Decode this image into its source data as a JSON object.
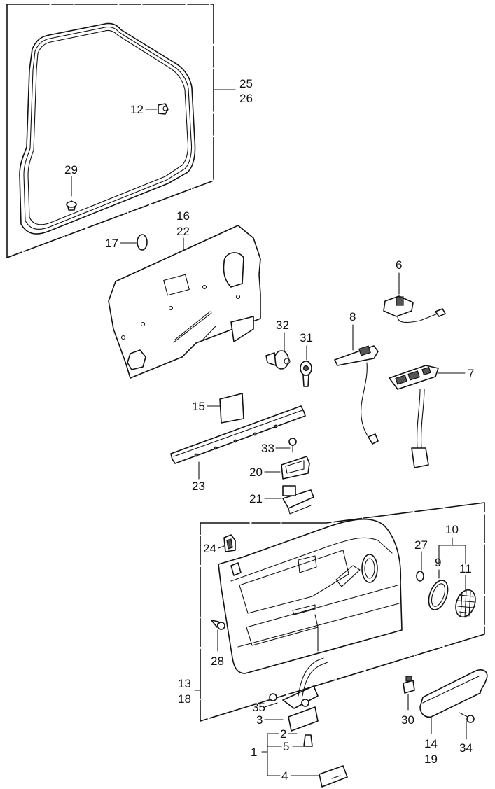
{
  "diagram": {
    "title": "Front door lining / weatherstrip exploded parts diagram",
    "callouts": {
      "c1": "1",
      "c2": "2",
      "c3": "3",
      "c4": "4",
      "c5": "5",
      "c6": "6",
      "c7": "7",
      "c8": "8",
      "c9": "9",
      "c10": "10",
      "c11": "11",
      "c12": "12",
      "c13": "13",
      "c14": "14",
      "c15": "15",
      "c16": "16",
      "c17": "17",
      "c18": "18",
      "c19": "19",
      "c20": "20",
      "c21": "21",
      "c22": "22",
      "c23": "23",
      "c24": "24",
      "c25": "25",
      "c26": "26",
      "c27": "27",
      "c28": "28",
      "c29": "29",
      "c30": "30",
      "c31": "31",
      "c32": "32",
      "c33": "33",
      "c34": "34",
      "c35": "35"
    },
    "parts": [
      {
        "id": "weatherstrip",
        "callouts": [
          "25",
          "26"
        ]
      },
      {
        "id": "clip-12",
        "callouts": [
          "12"
        ]
      },
      {
        "id": "clip-29",
        "callouts": [
          "29"
        ]
      },
      {
        "id": "hole-seal",
        "callouts": [
          "17"
        ]
      },
      {
        "id": "door-hole-cover",
        "callouts": [
          "16",
          "22"
        ]
      },
      {
        "id": "mirror-switch",
        "callouts": [
          "6"
        ]
      },
      {
        "id": "power-window-switch-single",
        "callouts": [
          "8"
        ]
      },
      {
        "id": "power-window-switch-master",
        "callouts": [
          "7"
        ]
      },
      {
        "id": "clip-32",
        "callouts": [
          "32"
        ]
      },
      {
        "id": "escutcheon-31",
        "callouts": [
          "31"
        ]
      },
      {
        "id": "sheet-15",
        "callouts": [
          "15"
        ]
      },
      {
        "id": "armrest-rail",
        "callouts": [
          "23"
        ]
      },
      {
        "id": "screw-33",
        "callouts": [
          "33"
        ]
      },
      {
        "id": "pocket-20",
        "callouts": [
          "20"
        ]
      },
      {
        "id": "bracket-21",
        "callouts": [
          "21"
        ]
      },
      {
        "id": "lining-grommet",
        "callouts": [
          "24"
        ]
      },
      {
        "id": "door-lining",
        "callouts": [
          "13",
          "18"
        ]
      },
      {
        "id": "clip-28",
        "callouts": [
          "28"
        ]
      },
      {
        "id": "speaker-assy",
        "callouts": [
          "10"
        ]
      },
      {
        "id": "speaker-ring",
        "callouts": [
          "9"
        ]
      },
      {
        "id": "speaker-grille",
        "callouts": [
          "11"
        ]
      },
      {
        "id": "clip-27",
        "callouts": [
          "27"
        ]
      },
      {
        "id": "courtesy-light-assy",
        "callouts": [
          "1",
          "2",
          "3",
          "4",
          "5",
          "35"
        ]
      },
      {
        "id": "clip-30",
        "callouts": [
          "30"
        ]
      },
      {
        "id": "armrest",
        "callouts": [
          "14",
          "19"
        ]
      },
      {
        "id": "screw-34",
        "callouts": [
          "34"
        ]
      }
    ]
  }
}
